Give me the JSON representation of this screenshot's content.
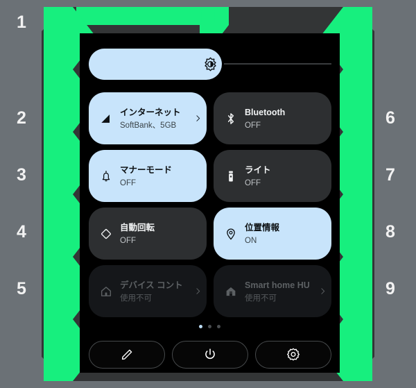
{
  "annotations": {
    "color": "#17ef7e",
    "number_color": "#f2f2f2",
    "left_numbers": [
      "1",
      "2",
      "3",
      "4",
      "5"
    ],
    "right_numbers": [
      "6",
      "7",
      "8",
      "9"
    ],
    "n1": "1",
    "n2": "2",
    "n3": "3",
    "n4": "4",
    "n5": "5",
    "n6": "6",
    "n7": "7",
    "n8": "8",
    "n9": "9"
  },
  "quick_settings": {
    "brightness_slider": {
      "icon": "brightness-icon",
      "fill_percent": 55
    },
    "tiles": [
      {
        "id": "internet",
        "title": "インターネット",
        "subtitle": "SoftBank、5GB",
        "state": "on",
        "icon": "signal-triangle-icon",
        "chevron": "›"
      },
      {
        "id": "bluetooth",
        "title": "Bluetooth",
        "subtitle": "OFF",
        "state": "off",
        "icon": "bluetooth-icon",
        "chevron": ""
      },
      {
        "id": "silent-mode",
        "title": "マナーモード",
        "subtitle": "OFF",
        "state": "on",
        "icon": "bell-icon",
        "chevron": ""
      },
      {
        "id": "flashlight",
        "title": "ライト",
        "subtitle": "OFF",
        "state": "off",
        "icon": "flashlight-icon",
        "chevron": ""
      },
      {
        "id": "auto-rotate",
        "title": "自動回転",
        "subtitle": "OFF",
        "state": "off",
        "icon": "auto-rotate-icon",
        "chevron": ""
      },
      {
        "id": "location",
        "title": "位置情報",
        "subtitle": "ON",
        "state": "on",
        "icon": "location-pin-icon",
        "chevron": ""
      },
      {
        "id": "device-controls",
        "title": "デバイス コント",
        "subtitle": "使用不可",
        "state": "disabled",
        "icon": "home-icon",
        "chevron": "›"
      },
      {
        "id": "smart-home-hub",
        "title": "Smart home HU",
        "subtitle": "使用不可",
        "state": "disabled",
        "icon": "smart-home-icon",
        "chevron": "›"
      }
    ],
    "pager": {
      "count": 3,
      "active_index": 0
    },
    "footer_buttons": [
      {
        "id": "edit",
        "icon": "pencil-icon"
      },
      {
        "id": "power",
        "icon": "power-icon"
      },
      {
        "id": "settings",
        "icon": "gear-icon"
      }
    ]
  }
}
